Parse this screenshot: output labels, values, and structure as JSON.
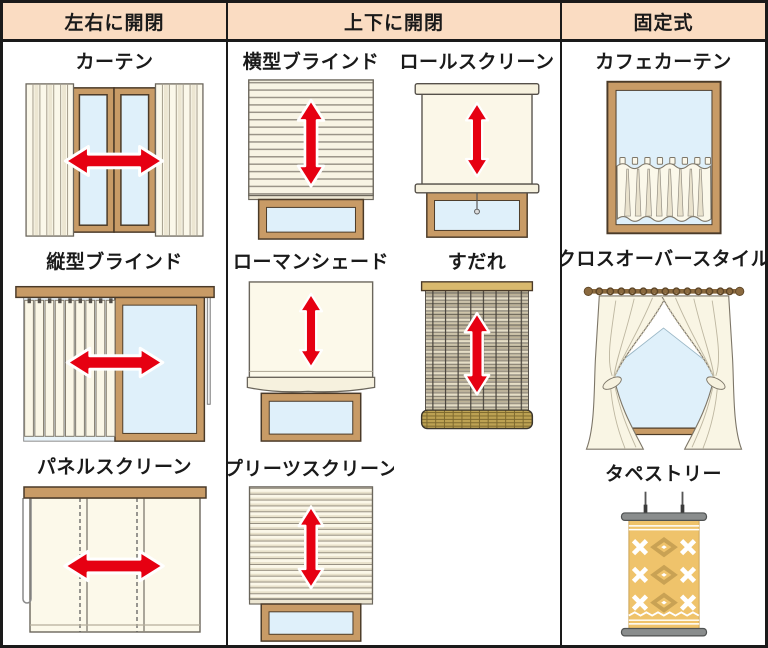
{
  "table": {
    "columns": [
      {
        "header": "左右に開閉",
        "items": [
          {
            "label": "カーテン"
          },
          {
            "label": "縦型ブラインド"
          },
          {
            "label": "パネルスクリーン"
          }
        ]
      },
      {
        "header": "上下に開閉",
        "items": [
          {
            "label": "横型ブラインド"
          },
          {
            "label": "ロールスクリーン"
          },
          {
            "label": "ローマンシェード"
          },
          {
            "label": "すだれ"
          },
          {
            "label": "プリーツスクリーン"
          }
        ]
      },
      {
        "header": "固定式",
        "items": [
          {
            "label": "カフェカーテン"
          },
          {
            "label": "クロスオーバースタイル"
          },
          {
            "label": "タペストリー"
          }
        ]
      }
    ]
  },
  "colors": {
    "header_bg": "#fadcc2",
    "border": "#1a1a1a",
    "arrow_red": "#e60012",
    "wood_frame": "#c89b66",
    "glass_blue": "#dff0fa",
    "fabric_cream": "#faf6e6",
    "sudare_wood": "#d9b96e",
    "tapestry_gold": "#efc36b",
    "bar_gray": "#8a8d8d"
  }
}
